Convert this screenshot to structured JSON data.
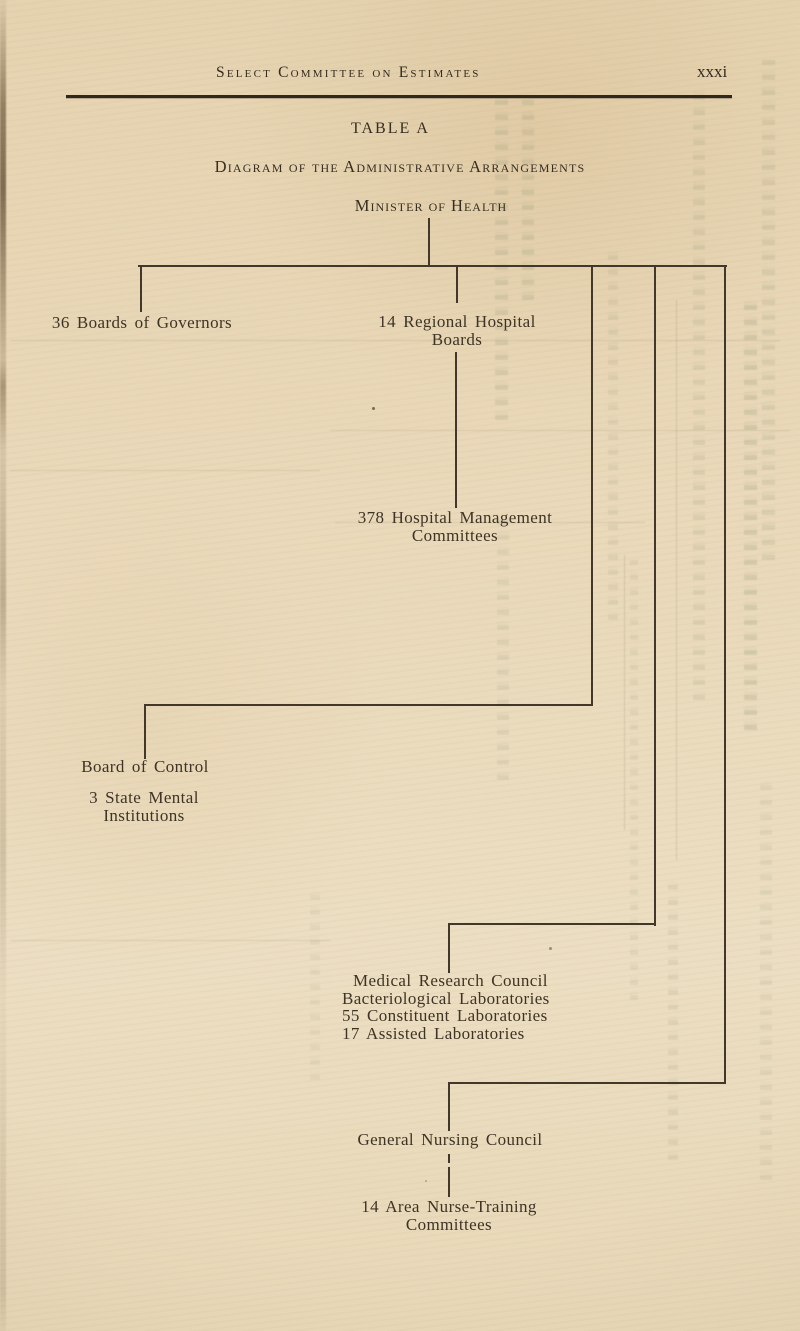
{
  "colors": {
    "paper": "#e9d8b8",
    "ink": "#3a3024",
    "line": "#41372a",
    "bleedthrough": "#a8b295"
  },
  "page": {
    "running_header": "Select Committee on Estimates",
    "page_number": "xxxi"
  },
  "table": {
    "title": "TABLE A",
    "subtitle": "Diagram of the Administrative Arrangements"
  },
  "diagram": {
    "root": "Minister of Health",
    "nodes": {
      "boards_of_governors": {
        "line1": "36 Boards of Governors"
      },
      "regional_hospital_boards": {
        "line1": "14 Regional Hospital",
        "line2": "Boards"
      },
      "hospital_management_committees": {
        "line1": "378 Hospital Management",
        "line2": "Committees"
      },
      "board_of_control": {
        "line1": "Board of Control"
      },
      "state_mental_institutions": {
        "line1": "3 State Mental",
        "line2": "Institutions"
      },
      "medical_research_council": {
        "line1": "Medical Research Council",
        "line2": "Bacteriological Laboratories",
        "line3": "55 Constituent Laboratories",
        "line4": "17 Assisted Laboratories"
      },
      "general_nursing_council": {
        "line1": "General Nursing Council"
      },
      "area_nurse_training_committees": {
        "line1": "14 Area Nurse-Training",
        "line2": "Committees"
      }
    }
  }
}
